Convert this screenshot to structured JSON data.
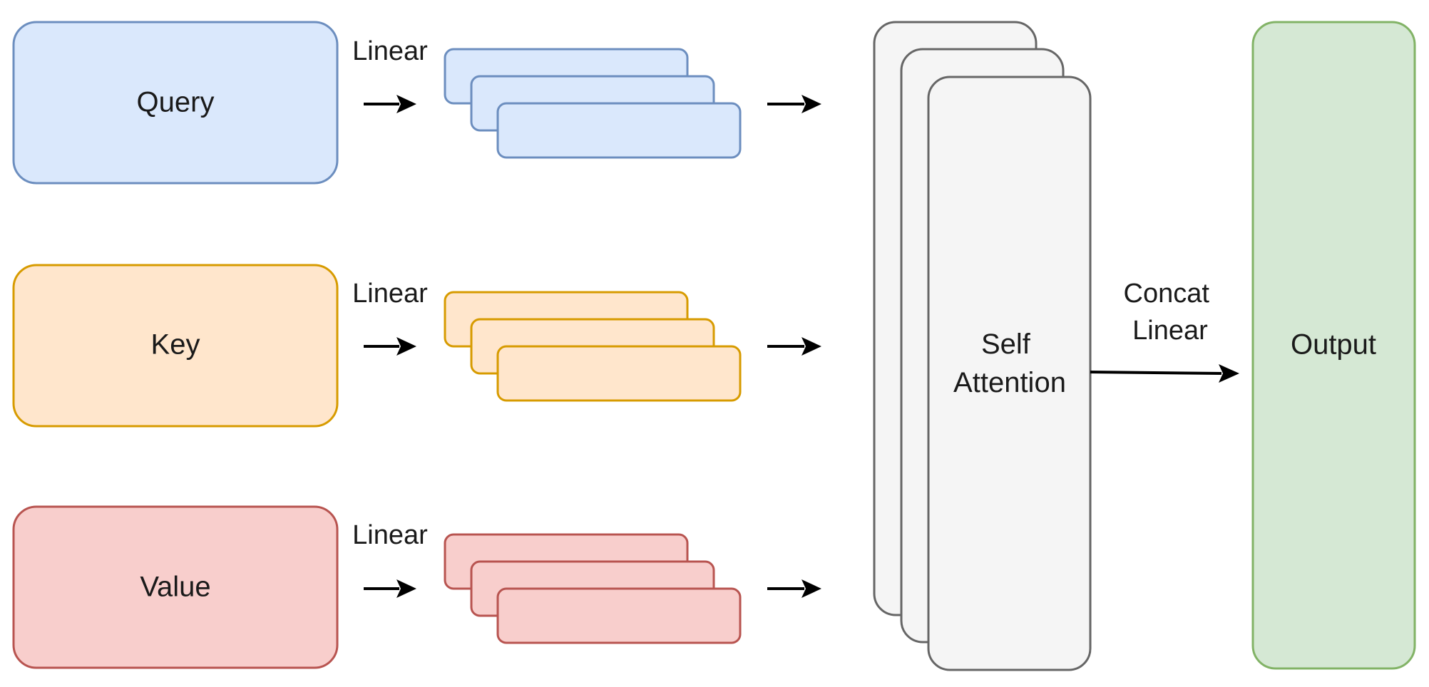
{
  "nodes": {
    "query": {
      "label": "Query",
      "fill": "#dae8fc",
      "stroke": "#6c8ebf"
    },
    "key": {
      "label": "Key",
      "fill": "#ffe6cc",
      "stroke": "#d79b00"
    },
    "value": {
      "label": "Value",
      "fill": "#f8cecc",
      "stroke": "#b85450"
    },
    "self_attention": {
      "label_line1": "Self",
      "label_line2": "Attention",
      "fill": "#f5f5f5",
      "stroke": "#666666"
    },
    "output": {
      "label": "Output",
      "fill": "#d5e8d4",
      "stroke": "#82b366"
    }
  },
  "edges": {
    "query_linear": {
      "label": "Linear"
    },
    "key_linear": {
      "label": "Linear"
    },
    "value_linear": {
      "label": "Linear"
    },
    "concat_linear": {
      "label_line1": "Concat",
      "label_line2": "Linear"
    }
  }
}
